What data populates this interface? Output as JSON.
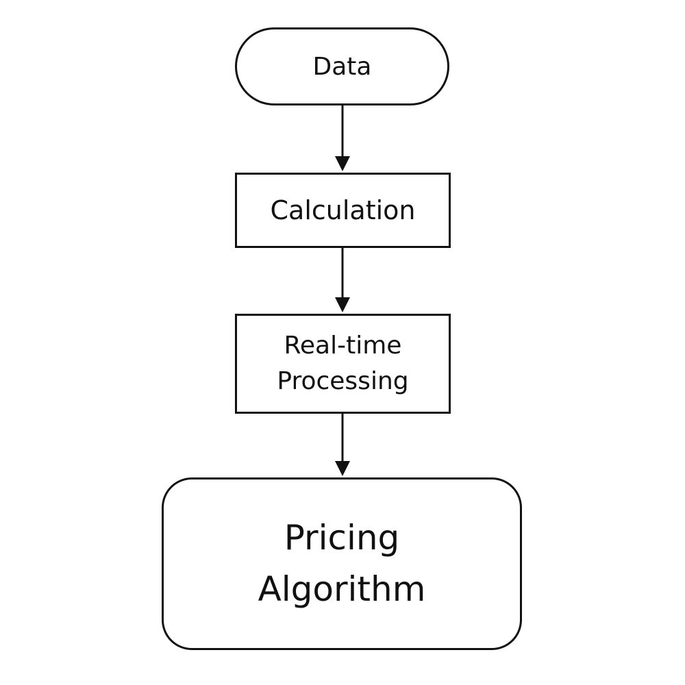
{
  "diagram": {
    "nodes": {
      "data": "Data",
      "calculation": "Calculation",
      "realtime": "Real-time\nProcessing",
      "pricing": "Pricing\nAlgorithm"
    },
    "edges": [
      {
        "from": "data",
        "to": "calculation"
      },
      {
        "from": "calculation",
        "to": "realtime"
      },
      {
        "from": "realtime",
        "to": "pricing"
      }
    ],
    "colors": {
      "stroke": "#111111",
      "fill": "#ffffff",
      "text": "#111111"
    }
  }
}
